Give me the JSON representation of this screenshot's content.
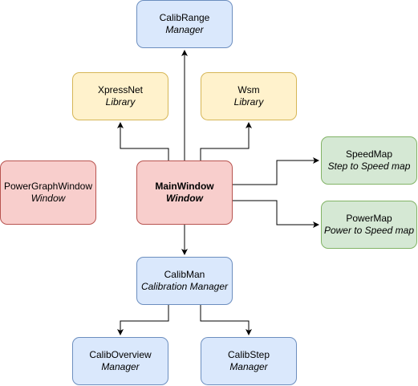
{
  "nodes": {
    "calibrange": {
      "title": "CalibRange",
      "subtitle": "Manager"
    },
    "xpressnet": {
      "title": "XpressNet",
      "subtitle": "Library"
    },
    "wsm": {
      "title": "Wsm",
      "subtitle": "Library"
    },
    "powergraph": {
      "title": "PowerGraphWindow",
      "subtitle": "Window"
    },
    "mainwindow": {
      "title": "MainWindow",
      "subtitle": "Window"
    },
    "speedmap": {
      "title": "SpeedMap",
      "subtitle": "Step to Speed map"
    },
    "powermap": {
      "title": "PowerMap",
      "subtitle": "Power to Speed map"
    },
    "calibman": {
      "title": "CalibMan",
      "subtitle": "Calibration Manager"
    },
    "caliboverview": {
      "title": "CalibOverview",
      "subtitle": "Manager"
    },
    "calibstep": {
      "title": "CalibStep",
      "subtitle": "Manager"
    }
  },
  "colors": {
    "blue_fill": "#dae8fc",
    "blue_stroke": "#6c8ebf",
    "yellow_fill": "#fff2cc",
    "yellow_stroke": "#d6b656",
    "red_fill": "#f8cecc",
    "red_stroke": "#b85450",
    "green_fill": "#d5e8d4",
    "green_stroke": "#82b366",
    "edge": "#000000"
  },
  "edges": [
    {
      "from": "mainwindow",
      "to": "calibrange"
    },
    {
      "from": "mainwindow",
      "to": "xpressnet"
    },
    {
      "from": "mainwindow",
      "to": "wsm"
    },
    {
      "from": "mainwindow",
      "to": "speedmap"
    },
    {
      "from": "mainwindow",
      "to": "powermap"
    },
    {
      "from": "mainwindow",
      "to": "calibman"
    },
    {
      "from": "calibman",
      "to": "caliboverview"
    },
    {
      "from": "calibman",
      "to": "calibstep"
    }
  ]
}
